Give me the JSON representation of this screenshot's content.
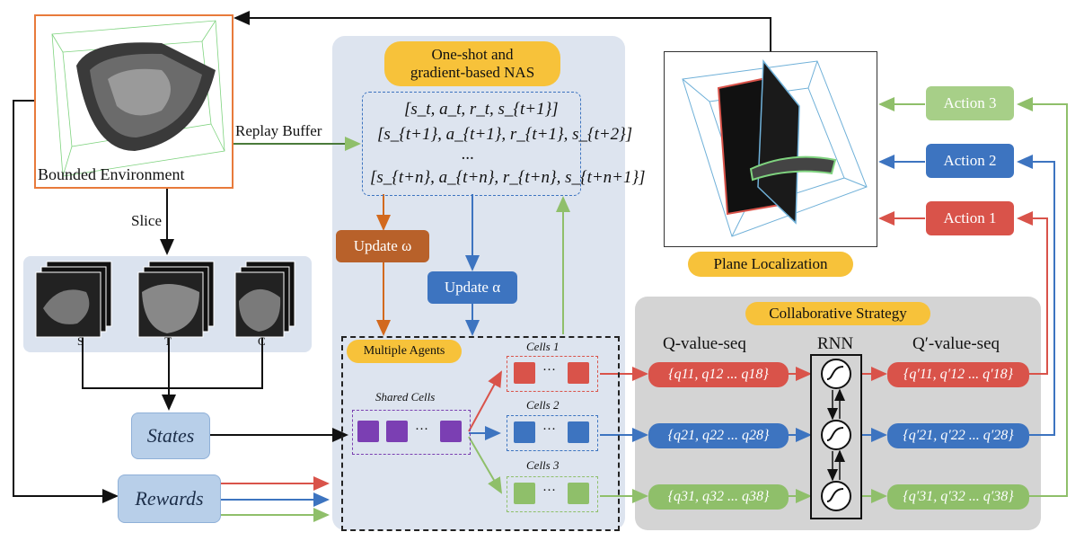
{
  "nas": {
    "title_line1": "One-shot and",
    "title_line2": "gradient-based NAS",
    "buffer_lines": [
      "[s_t, a_t, r_t, s_{t+1}]",
      "[s_{t+1}, a_{t+1}, r_{t+1}, s_{t+2}]",
      "...",
      "[s_{t+n}, a_{t+n}, r_{t+n}, s_{t+n+1}]"
    ],
    "update_omega": "Update ω",
    "update_alpha": "Update α",
    "multiple_agents": "Multiple Agents",
    "shared_cells": "Shared Cells",
    "cells": [
      "Cells 1",
      "Cells 2",
      "Cells 3"
    ],
    "ellipsis": "···"
  },
  "environment": {
    "label": "Bounded Environment",
    "replay_buffer": "Replay Buffer",
    "slice": "Slice",
    "views": [
      "S",
      "T",
      "C"
    ]
  },
  "states_label": "States",
  "rewards_label": "Rewards",
  "plane_localization": "Plane Localization",
  "actions": [
    "Action 3",
    "Action 2",
    "Action 1"
  ],
  "collab": {
    "title": "Collaborative Strategy",
    "q_header": "Q-value-seq",
    "rnn_header": "RNN",
    "qprime_header": "Q′-value-seq",
    "q_seqs": [
      "{q11, q12 ... q18}",
      "{q21, q22 ... q28}",
      "{q31, q32 ... q38}"
    ],
    "qprime_seqs": [
      "{q′11, q′12 ... q′18}",
      "{q′21, q′22 ... q′28}",
      "{q′31, q′32 ... q′38}"
    ]
  },
  "colors": {
    "red": "#d9534a",
    "blue": "#3d74c0",
    "green": "#8fbf6a",
    "orange": "#d2691e",
    "yellow": "#f7c23a",
    "purple": "#7b3fb3"
  }
}
